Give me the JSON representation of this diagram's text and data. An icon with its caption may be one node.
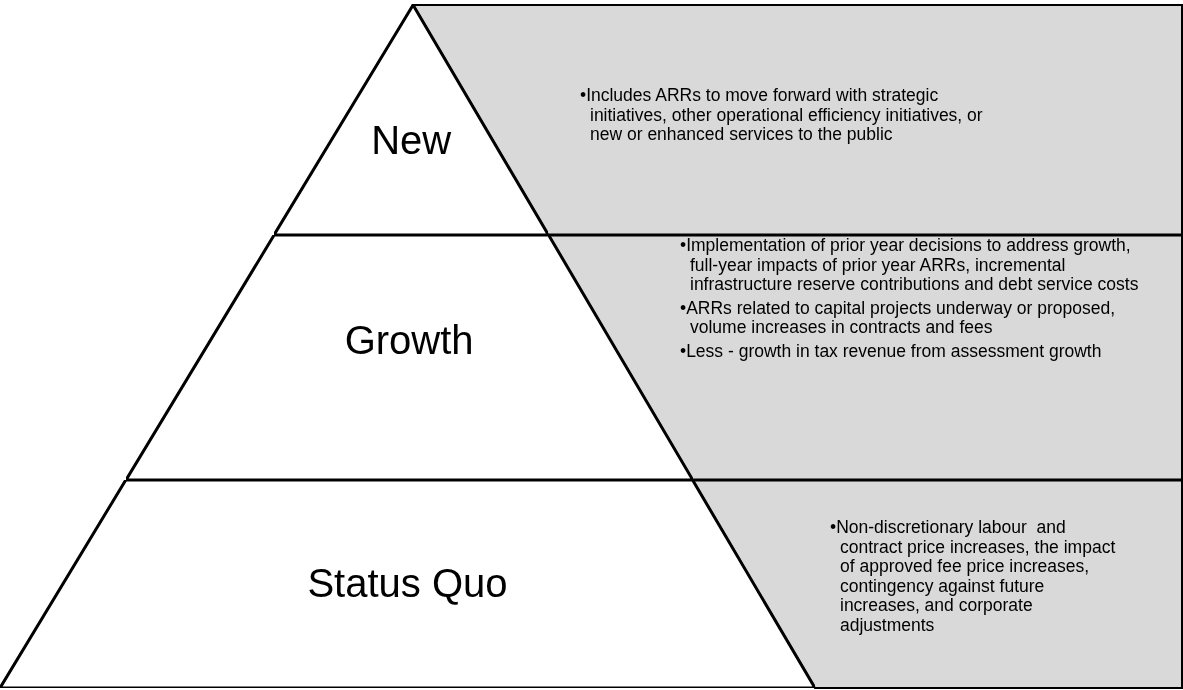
{
  "diagram": {
    "nodes": [
      {
        "text": [
          "New"
        ],
        "beside": [
          "•Includes ARRs to move forward with strategic initiatives, other operational efficiency initiatives, or new or enhanced services to the public"
        ]
      },
      {
        "text": [
          "Growth"
        ],
        "beside": [
          "•Implementation of prior year decisions to address growth, full-year impacts of prior year ARRs, incremental infrastructure reserve contributions and debt service costs",
          "•ARRs related to capital projects underway or proposed, volume increases in contracts and fees",
          "•Less - growth in tax revenue from assessment growth"
        ]
      },
      {
        "text": [
          "Status Quo"
        ],
        "beside": [
          "•Non-discretionary labour  and contract price increases, the impact of approved fee price increases, contingency against future increases, and corporate adjustments"
        ]
      }
    ]
  }
}
